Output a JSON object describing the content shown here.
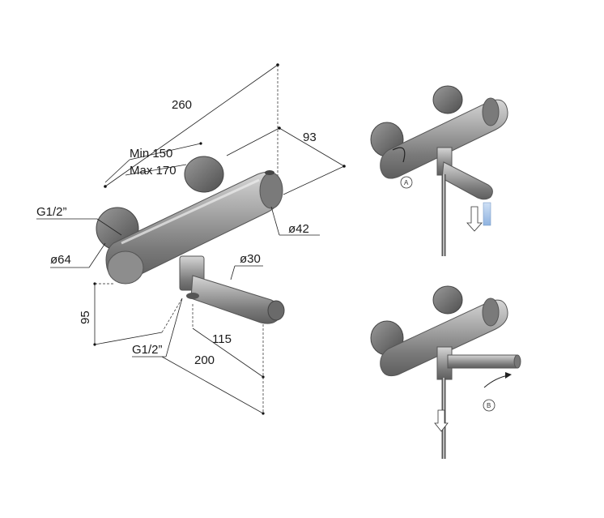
{
  "dimensions": {
    "overall_length": "260",
    "min_centers": "Min 150",
    "max_centers": "Max 170",
    "depth": "93",
    "inlet_thread_left": "G1/2”",
    "inlet_thread_bottom": "G1/2”",
    "rosette_diameter": "ø64",
    "body_diameter": "ø42",
    "spout_diameter": "ø30",
    "height_to_outlet": "95",
    "spout_reach": "115",
    "spout_projection": "200"
  },
  "callouts": {
    "a": "A",
    "b": "B"
  },
  "colors": {
    "metal": "#8a8a8a",
    "water_flow": "#a9c6e8"
  }
}
